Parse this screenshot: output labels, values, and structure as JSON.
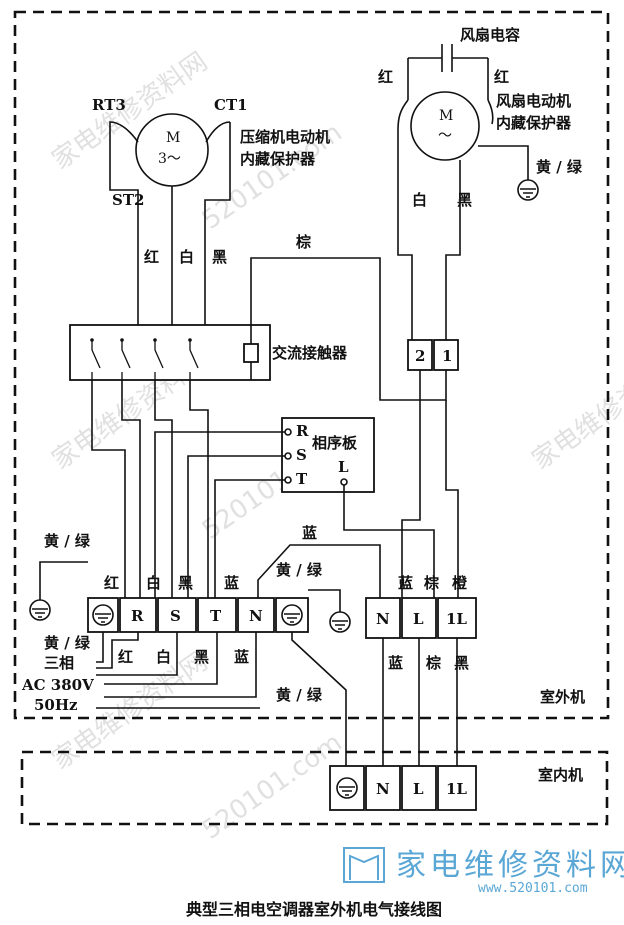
{
  "watermark": {
    "text_cn": "家电维修资料网",
    "text_num": "520101.com"
  },
  "brand": {
    "name": "家电维修资料网",
    "url": "www.520101.com"
  },
  "caption": "典型三相电空调器室外机电气接线图",
  "units": {
    "outdoor": "室外机",
    "indoor": "室内机"
  },
  "compressor": {
    "motor_line1": "M",
    "motor_line2": "3～",
    "tag_left": "RT3",
    "tag_right": "CT1",
    "tag_st": "ST2",
    "protector_line1": "压缩机电动机",
    "protector_line2": "内藏保护器",
    "wire_red": "红",
    "wire_white": "白",
    "wire_black": "黑"
  },
  "fan": {
    "capacitor": "风扇电容",
    "motor_line1": "M",
    "motor_line2": "～",
    "wire_red_left": "红",
    "wire_red_right": "红",
    "protector_line1": "风扇电动机",
    "protector_line2": "内藏保护器",
    "ground_label": "黄 / 绿",
    "wire_white": "白",
    "wire_black": "黑"
  },
  "contactor": {
    "label": "交流接触器",
    "brown_wire": "棕",
    "term1": "2",
    "term2": "1"
  },
  "phase_board": {
    "label": "相序板",
    "r": "R",
    "s": "S",
    "t": "T",
    "l": "L"
  },
  "main_terminal": {
    "terms": [
      "R",
      "S",
      "T",
      "N"
    ],
    "top_labels": [
      "红",
      "白",
      "黑",
      "蓝"
    ],
    "blue_label": "蓝",
    "ground_top": "黄 / 绿",
    "ground_left": "黄 / 绿",
    "bottom_colors": [
      "红",
      "白",
      "黑",
      "蓝"
    ],
    "bottom_ground": "黄 / 绿",
    "power_line1": "三相",
    "power_line2": "AC 380V",
    "power_line3": "50Hz",
    "supply_ground": "黄 / 绿"
  },
  "outdoor_terminal": {
    "terms": [
      "N",
      "L",
      "1L"
    ],
    "top_labels": [
      "蓝",
      "棕",
      "橙"
    ],
    "bottom_labels": [
      "蓝",
      "棕",
      "黑"
    ]
  },
  "indoor_terminal": {
    "terms": [
      "N",
      "L",
      "1L"
    ]
  }
}
